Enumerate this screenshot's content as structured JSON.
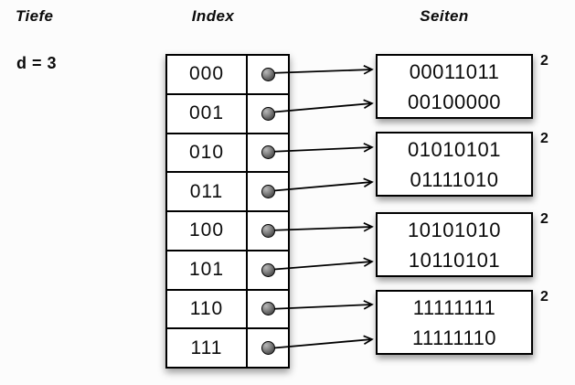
{
  "labels": {
    "tiefe": "Tiefe",
    "depth": "d = 3",
    "index": "Index",
    "seiten": "Seiten"
  },
  "index_table": {
    "entries": [
      {
        "label": "000"
      },
      {
        "label": "001"
      },
      {
        "label": "010"
      },
      {
        "label": "011"
      },
      {
        "label": "100"
      },
      {
        "label": "101"
      },
      {
        "label": "110"
      },
      {
        "label": "111"
      }
    ]
  },
  "pages": [
    {
      "values": [
        "00011011",
        "00100000"
      ],
      "local_depth": "2"
    },
    {
      "values": [
        "01010101",
        "01111010"
      ],
      "local_depth": "2"
    },
    {
      "values": [
        "10101010",
        "10110101"
      ],
      "local_depth": "2"
    },
    {
      "values": [
        "11111111",
        "11111110"
      ],
      "local_depth": "2"
    }
  ],
  "arrows": [
    {
      "from_index": "000",
      "to_page": 1
    },
    {
      "from_index": "001",
      "to_page": 1
    },
    {
      "from_index": "010",
      "to_page": 2
    },
    {
      "from_index": "011",
      "to_page": 2
    },
    {
      "from_index": "100",
      "to_page": 3
    },
    {
      "from_index": "101",
      "to_page": 3
    },
    {
      "from_index": "110",
      "to_page": 4
    },
    {
      "from_index": "111",
      "to_page": 4
    }
  ],
  "colors": {
    "background": "#fcfcfc",
    "box_fill": "#ffffff",
    "line": "#000000",
    "dot_fill": "#8a8a8a"
  }
}
